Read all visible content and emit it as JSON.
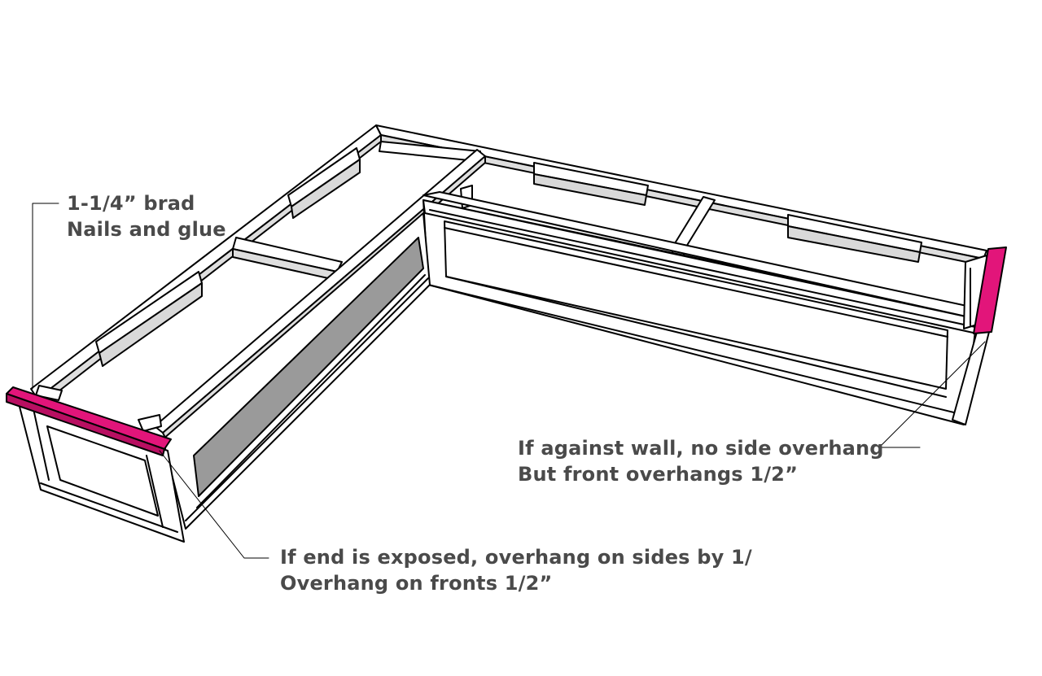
{
  "annotations": {
    "nails": {
      "line1": "1-1/4” brad",
      "line2": "Nails and glue"
    },
    "wall": {
      "line1": "If against wall, no side overhang",
      "line2": "But front overhangs 1/2”"
    },
    "exposed": {
      "line1": "If end is exposed, overhang on sides by 1/",
      "line2": "Overhang on fronts 1/2”"
    }
  },
  "colors": {
    "highlight_trim": "#e2157a",
    "outline": "#000000",
    "wood_light": "#ffffff",
    "wood_shade": "#d9d9d9",
    "panel_dark": "#999999",
    "text": "#4a4a4a"
  }
}
